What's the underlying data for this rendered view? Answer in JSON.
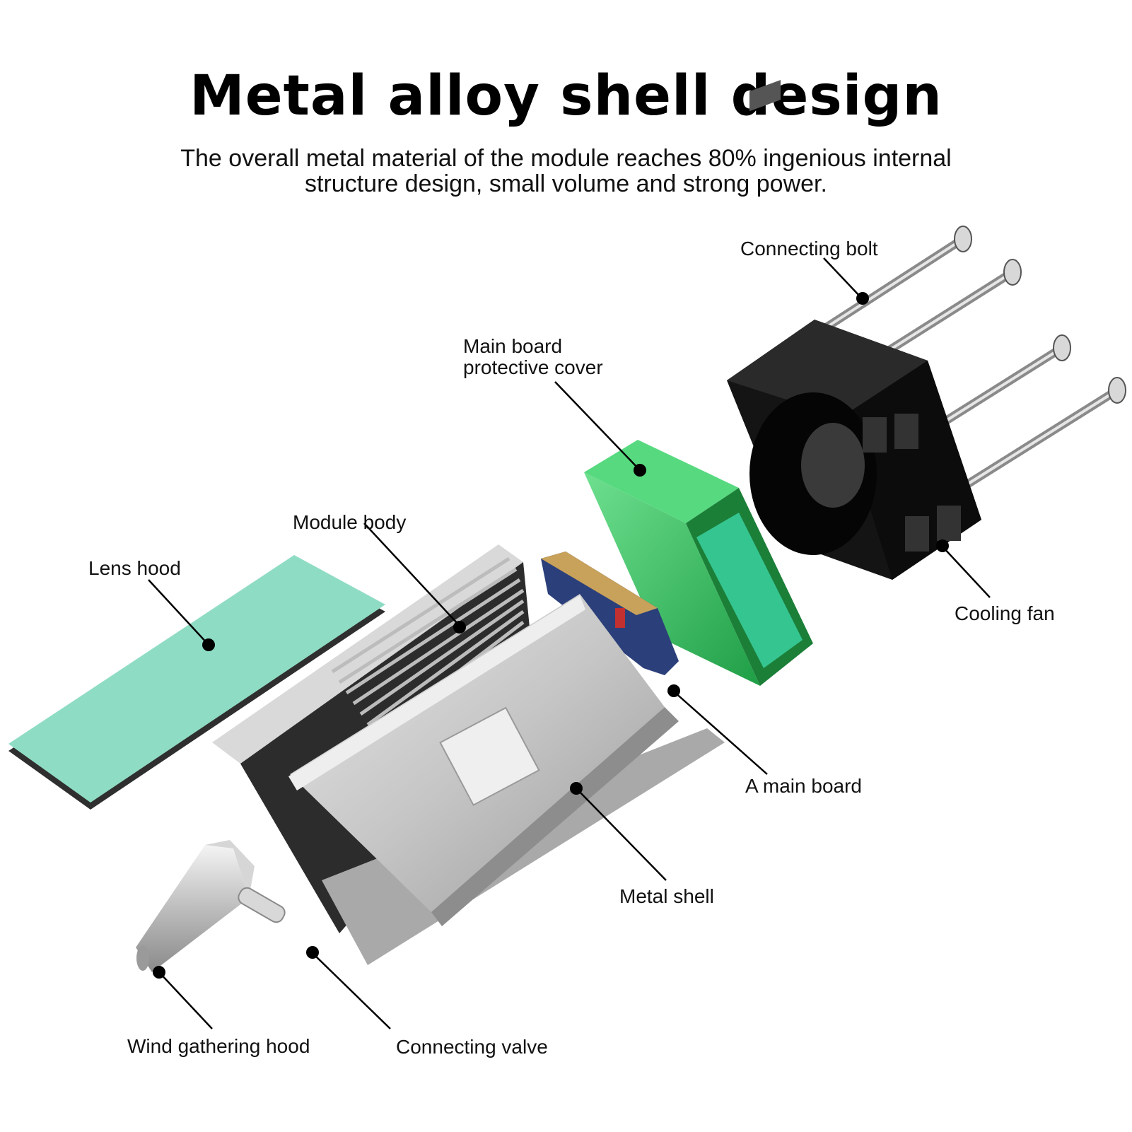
{
  "header": {
    "title": "Metal alloy shell design",
    "subtitle_line1": "The overall metal material of the module reaches 80% ingenious internal",
    "subtitle_line2": "structure design, small volume and strong power."
  },
  "labels": {
    "connecting_bolt": "Connecting bolt",
    "main_board_cover_line1": "Main board",
    "main_board_cover_line2": "protective cover",
    "module_body": "Module body",
    "lens_hood": "Lens hood",
    "cooling_fan": "Cooling fan",
    "a_main_board": "A main board",
    "metal_shell": "Metal shell",
    "wind_gathering_hood": "Wind gathering hood",
    "connecting_valve": "Connecting valve"
  },
  "colors": {
    "lens_hood": "#8fdcc4",
    "cover_green": "#3ccf6e",
    "fan_black": "#141414",
    "metal": "#c8c8c8",
    "board_blue": "#2b3f7a"
  }
}
